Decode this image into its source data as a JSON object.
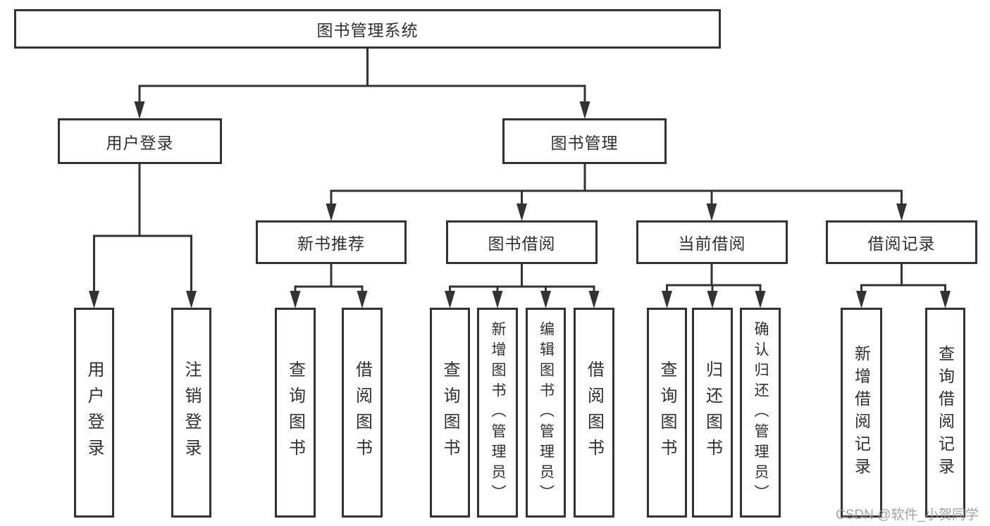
{
  "colors": {
    "background": "#ffffff",
    "line": "#333333",
    "box_border": "#333333",
    "text": "#2f2f2f",
    "watermark": "#9c9c9c"
  },
  "watermark": {
    "text": "CSDN @软件_小贺同学"
  },
  "tree": {
    "root": {
      "label": "图书管理系统",
      "children": [
        {
          "label": "用户登录",
          "children": [
            {
              "label": "用户登录"
            },
            {
              "label": "注销登录"
            }
          ]
        },
        {
          "label": "图书管理",
          "children": [
            {
              "label": "新书推荐",
              "children": [
                {
                  "label": "查询图书"
                },
                {
                  "label": "借阅图书"
                }
              ]
            },
            {
              "label": "图书借阅",
              "children": [
                {
                  "label": "查询图书"
                },
                {
                  "label": "新增图书（管理员）"
                },
                {
                  "label": "编辑图书（管理员）"
                },
                {
                  "label": "借阅图书"
                }
              ]
            },
            {
              "label": "当前借阅",
              "children": [
                {
                  "label": "查询图书"
                },
                {
                  "label": "归还图书"
                },
                {
                  "label": "确认归还（管理员）"
                }
              ]
            },
            {
              "label": "借阅记录",
              "children": [
                {
                  "label": "新增借阅记录"
                },
                {
                  "label": "查询借阅记录"
                }
              ]
            }
          ]
        }
      ]
    }
  }
}
